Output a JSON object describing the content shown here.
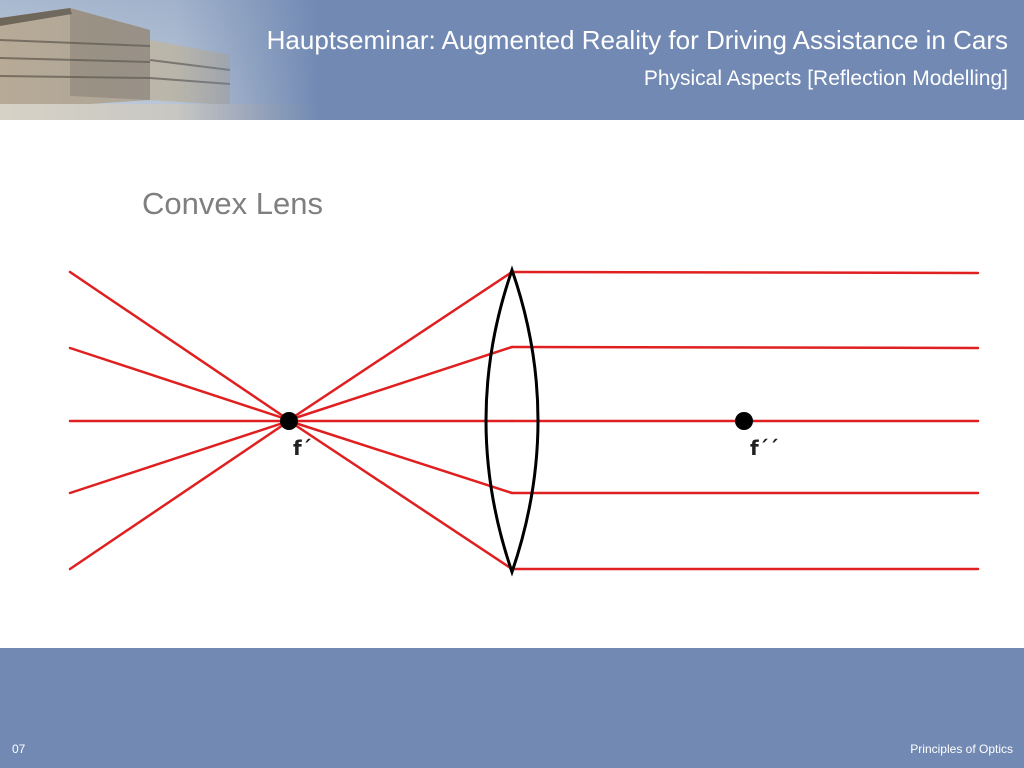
{
  "header": {
    "title": "Hauptseminar: Augmented Reality for Driving Assistance in Cars",
    "subtitle": "Physical Aspects [Reflection Modelling]"
  },
  "slide": {
    "heading": "Convex Lens"
  },
  "diagram": {
    "focal_point_front_label": "f´",
    "focal_point_back_label": "f´´",
    "ray_color": "#e02020",
    "lens_color": "#000000"
  },
  "footer": {
    "page_number": "07",
    "label": "Principles of Optics"
  },
  "colors": {
    "brand_blue": "#7189b3",
    "heading_gray": "#7f7f7f"
  }
}
